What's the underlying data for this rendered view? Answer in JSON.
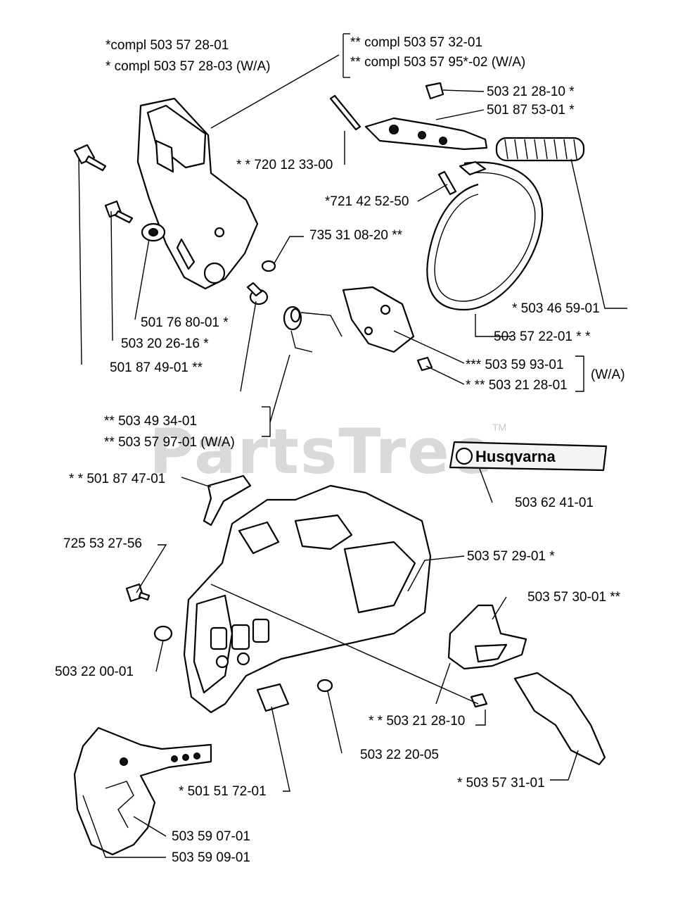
{
  "watermark": {
    "text": "PartsTree",
    "tm": "TM"
  },
  "decal": {
    "brand": "Husqvarna"
  },
  "labels": {
    "compl_1": "*compl  503 57 28-01",
    "compl_2": "*  compl 503 57 28-03 (W/A)",
    "compl_3": "**  compl 503 57 32-01",
    "compl_4": "**  compl 503 57 95*-02 (W/A)",
    "p_50321281": "503 21 28-10  *",
    "p_50187531": "501 87 53-01  *",
    "p_72012330": "* *  720 12 33-00",
    "p_72142525": "*721 42 52-50",
    "p_73531082": "735 31 08-20  **",
    "p_50346591": "*  503 46 59-01",
    "p_50176801": "501 76 80-01  *",
    "p_50320261": "503 20 26-16  *",
    "p_50187491": "501 87 49-01  **",
    "p_50357221": "503 57 22-01  *  *",
    "p_50359931": "***  503 59 93-01",
    "p_50321282": "* **  503 21 28-01",
    "wa_right": "(W/A)",
    "p_50349341": "**  503 49 34-01",
    "p_50357971": "**  503 57 97-01 (W/A)",
    "p_50187471": "*  *  501 87 47-01",
    "p_50362411": "503 62 41-01",
    "p_72553275": "725 53 27-56",
    "p_50357291": "503 57  29-01  *",
    "p_50357301": "503 57 30-01  **",
    "p_50322001": "503 22 00-01",
    "p_50321283": "*  *  503 21 28-10",
    "p_50322205": "503 22 20-05",
    "p_50151721": "*  501 51 72-01",
    "p_50357311": "*  503 57 31-01",
    "p_50359071": "503 59 07-01",
    "p_50359091": "503 59 09-01"
  }
}
